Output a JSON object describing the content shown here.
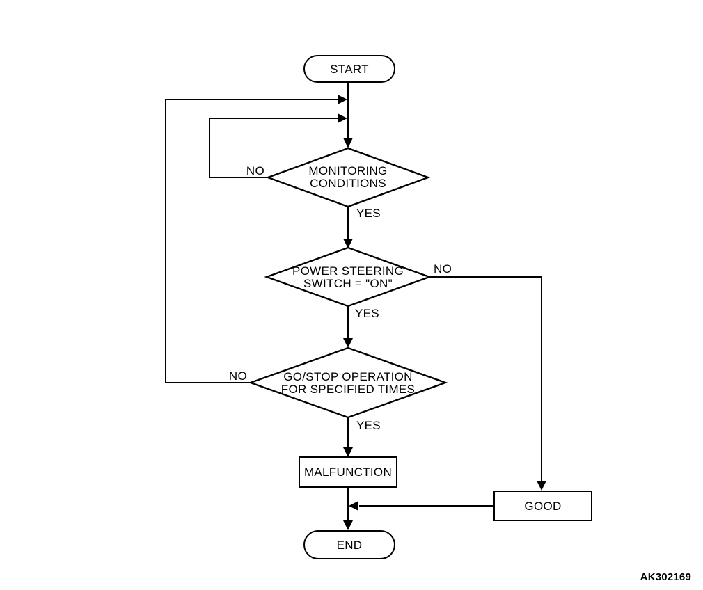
{
  "diagram": {
    "type": "flowchart",
    "background_color": "#ffffff",
    "stroke_color": "#000000",
    "figure_code": "AK302169"
  },
  "nodes": {
    "start": {
      "type": "terminator",
      "label": "START"
    },
    "monitoring_conditions": {
      "type": "decision",
      "lines": [
        "MONITORING",
        "CONDITIONS"
      ]
    },
    "power_steering": {
      "type": "decision",
      "lines": [
        "POWER STEERING",
        "SWITCH = \"ON\""
      ]
    },
    "go_stop": {
      "type": "decision",
      "lines": [
        "GO/STOP OPERATION",
        "FOR SPECIFIED TIMES"
      ]
    },
    "malfunction": {
      "type": "process",
      "label": "MALFUNCTION"
    },
    "good": {
      "type": "process",
      "label": "GOOD"
    },
    "end": {
      "type": "terminator",
      "label": "END"
    }
  },
  "edges": {
    "monitoring_no": {
      "label": "NO"
    },
    "monitoring_yes": {
      "label": "YES"
    },
    "power_no": {
      "label": "NO"
    },
    "power_yes": {
      "label": "YES"
    },
    "go_stop_no": {
      "label": "NO"
    },
    "go_stop_yes": {
      "label": "YES"
    }
  }
}
